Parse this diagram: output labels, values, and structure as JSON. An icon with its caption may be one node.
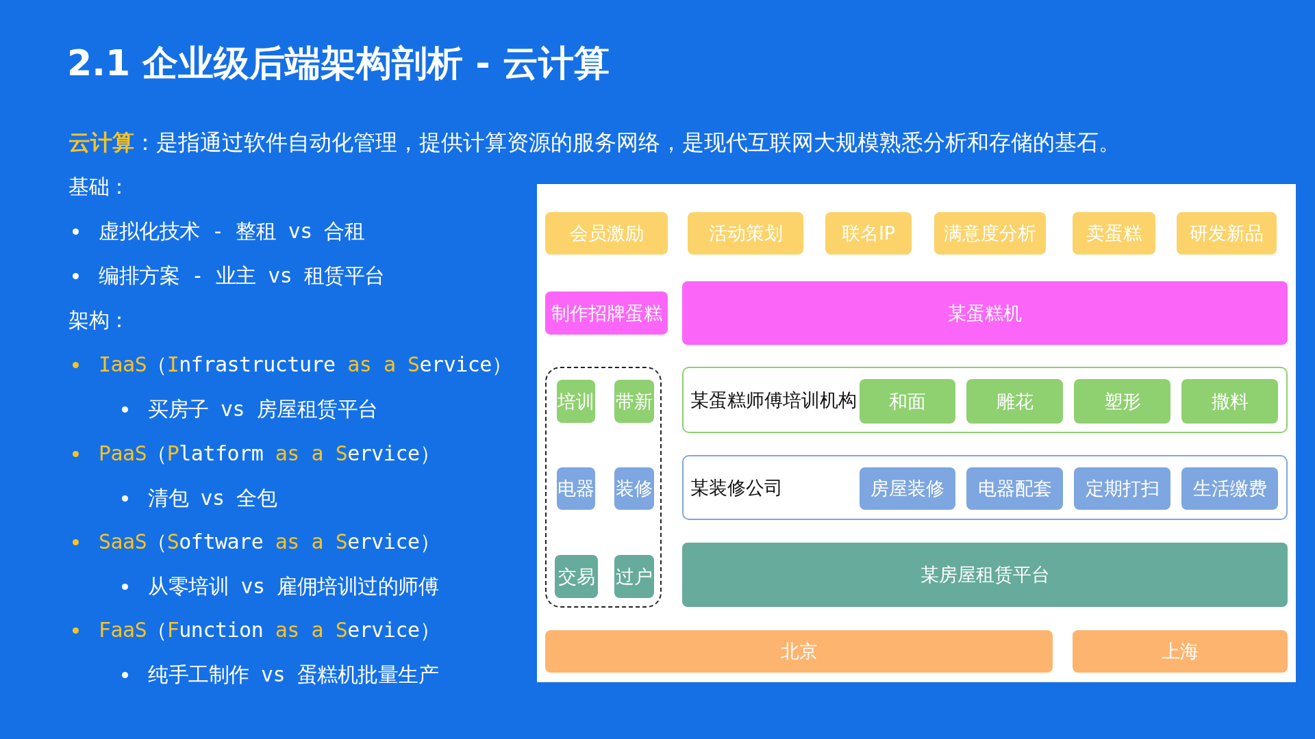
{
  "diagram": {
    "title": "2.1 企业级后端架构剖析 - 云计算",
    "nodes": [
      {
        "text": [
          "会员激励"
        ]
      },
      {
        "text": [
          "活动策划"
        ]
      },
      {
        "text": [
          "联名IP"
        ]
      },
      {
        "text": [
          "满意度分析"
        ]
      },
      {
        "text": [
          "卖蛋糕"
        ]
      },
      {
        "text": [
          "研发新品"
        ]
      },
      {
        "text": [
          "制作招牌蛋糕"
        ]
      },
      {
        "text": [
          "某蛋糕机"
        ]
      },
      {
        "text": [],
        "shape": "box"
      },
      {
        "text": [
          "培训"
        ],
        "in": 8
      },
      {
        "text": [
          "带新"
        ],
        "in": 8
      },
      {
        "text": [
          "电器"
        ],
        "in": 8
      },
      {
        "text": [
          "装修"
        ],
        "in": 8
      },
      {
        "text": [
          "交易"
        ],
        "in": 8
      },
      {
        "text": [
          "过户"
        ],
        "in": 8
      },
      {
        "text": [
          "某蛋糕师傅培训机构"
        ]
      },
      {
        "text": [
          "和面"
        ],
        "in": 15
      },
      {
        "text": [
          "雕花"
        ],
        "in": 15
      },
      {
        "text": [
          "塑形"
        ],
        "in": 15
      },
      {
        "text": [
          "撒料"
        ],
        "in": 15
      },
      {
        "text": [
          "某装修公司"
        ]
      },
      {
        "text": [
          "房屋装修"
        ],
        "in": 20
      },
      {
        "text": [
          "电器配套"
        ],
        "in": 20
      },
      {
        "text": [
          "定期打扫"
        ],
        "in": 20
      },
      {
        "text": [
          "生活缴费"
        ],
        "in": 20
      },
      {
        "text": [
          "某房屋租赁平台"
        ]
      },
      {
        "text": [
          "北京"
        ]
      },
      {
        "text": [
          "上海"
        ]
      }
    ],
    "labels": [
      "**云计算**：是指通过软件自动化管理，提供计算资源的服务网络，是现代互联网大规模熟悉分析和存储的基石。",
      "基础：",
      "虚拟化技术 - 整租 vs 合租",
      "编排方案 - 业主 vs 租赁平台",
      "架构：",
      "**IaaS**（**I**nfrastructure **as** **a** **S**ervice）",
      "买房子 vs 房屋租赁平台",
      "**PaaS**（**P**latform **as** **a** **S**ervice）",
      "清包 vs 全包",
      "**SaaS**（**S**oftware **as** **a** **S**ervice）",
      "从零培训 vs 雇佣培训过的师傅",
      "**FaaS**（**F**unction **as** **a** **S**ervice）",
      "纯手工制作 vs 蛋糕机批量生产"
    ]
  }
}
